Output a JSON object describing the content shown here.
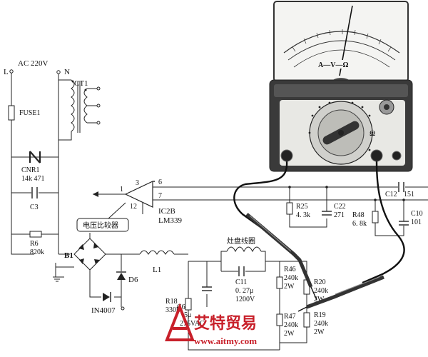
{
  "labels": {
    "l": "L",
    "n": "N",
    "ac": "AC 220V",
    "ct1": "CT1",
    "fuse1": "FUSE1",
    "cnr1": "CNR1",
    "cnr1_val": "14k 471",
    "c3": "C3",
    "r6": "R6",
    "r6_val": "820k",
    "b1": "B1",
    "d6": "D6",
    "in4007": "IN4007",
    "l1": "L1",
    "coil": "灶盘线圈",
    "c11": "C11",
    "c11_v1": "0. 27μ",
    "c11_v2": "1200V",
    "r18": "R18",
    "r18_val": "330k",
    "c6": "C6",
    "c6_v1": "5μ",
    "c6_v2": "275VAC",
    "r46": "R46",
    "r46_v1": "240k",
    "r46_v2": "2W",
    "r47": "R47",
    "r47_v1": "240k",
    "r47_v2": "2W",
    "r20": "R20",
    "r20_v1": "240k",
    "r20_v2": "2W",
    "r19": "R19",
    "r19_v1": "240k",
    "r19_v2": "2W",
    "pin3": "3",
    "pin6": "6",
    "pin1": "1",
    "pin7": "7",
    "pin12": "12",
    "ic2b": "IC2B",
    "lm339": "LM339",
    "comparator": "电压比较器",
    "r25": "R25",
    "r25_val": "4. 3k",
    "c22": "C22",
    "c22_val": "271",
    "r48": "R48",
    "r48_val": "6. 8k",
    "c12": "C12",
    "c12_val": "151",
    "c10": "C10",
    "c10_val": "101",
    "meter_scale": "A—V—Ω",
    "meter_omega": "Ω",
    "watermark_cn": "艾特贸易",
    "watermark_url": "www.aitmy.com"
  },
  "colors": {
    "ink": "#222222",
    "meter_body": "#3a3a3a",
    "meter_panel": "#e8e8e4",
    "watermark_red": "#c8202a"
  }
}
